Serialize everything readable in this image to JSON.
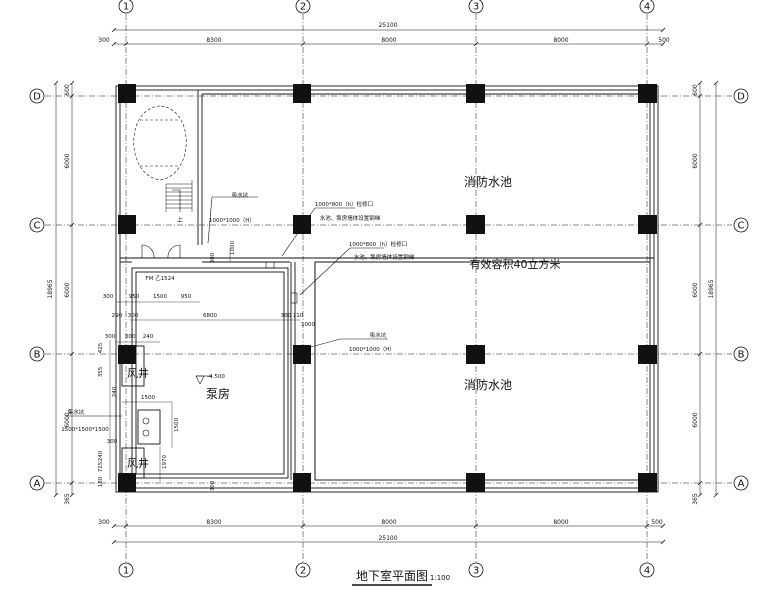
{
  "title": {
    "text": "地下室平面图",
    "scale": "1:100"
  },
  "axes": {
    "numbered": [
      "1",
      "2",
      "3",
      "4"
    ],
    "lettered": [
      "A",
      "B",
      "C",
      "D"
    ]
  },
  "dims_top": {
    "total": "25100",
    "left_overhang": "300",
    "bay1": "8300",
    "bay2": "8000",
    "bay3": "8000",
    "right_overhang": "500"
  },
  "dims_bottom": {
    "total": "25100",
    "left_overhang": "300",
    "bay1": "8300",
    "bay2": "8000",
    "bay3": "8000",
    "right_overhang": "500"
  },
  "dims_left": {
    "total": "18965",
    "top": "600",
    "bay_dc": "6000",
    "bay_cb": "6000",
    "bay_ba": "6000",
    "bottom": "365"
  },
  "dims_right": {
    "total": "18965",
    "top": "600",
    "bay_dc": "6000",
    "bay_cb": "6000",
    "bay_ba": "6000",
    "bottom": "365"
  },
  "rooms": {
    "fire_pool_upper": "消防水池",
    "fire_pool_lower": "消防水池",
    "capacity": "有效容积40立方米",
    "pump_room": "泵房",
    "shaft_upper": "风井",
    "shaft_lower": "风井",
    "stair_up": "上"
  },
  "notes": {
    "sump_upper": "吸水坑",
    "sump_upper_size": "1000*1000（H）",
    "access1_size": "1000*800（h）检修口",
    "access1_note": "水池、泵房墙体设置钢梯",
    "access2_size": "1000*800（h）检修口",
    "access2_note": "水池、泵房墙体设置钢梯",
    "sump_lower": "吸水坑",
    "sump_lower_size": "1000*1000（H）",
    "collect_pit": "集水坑",
    "collect_pit_size": "1500*1500*1500",
    "door_fm": "FM 乙1524",
    "level_mark": "-4.500"
  },
  "inner_dims": {
    "d300a": "300",
    "d950a": "950",
    "d1500a": "1500",
    "d950b": "950",
    "d290": "290",
    "d300b": "300",
    "d6800": "6800",
    "d300c": "300",
    "d110": "110",
    "d1000a": "1000",
    "d300d": "300",
    "d300e": "300",
    "d240a": "240",
    "d425": "425",
    "d355": "355",
    "d240b": "240",
    "d1500b": "1500",
    "d1500c": "1500",
    "d300f": "300",
    "d240c": "240",
    "d725": "725",
    "d180": "180",
    "d1970": "1970",
    "d300g": "300",
    "d1000b": "1000",
    "d300h": "300"
  }
}
